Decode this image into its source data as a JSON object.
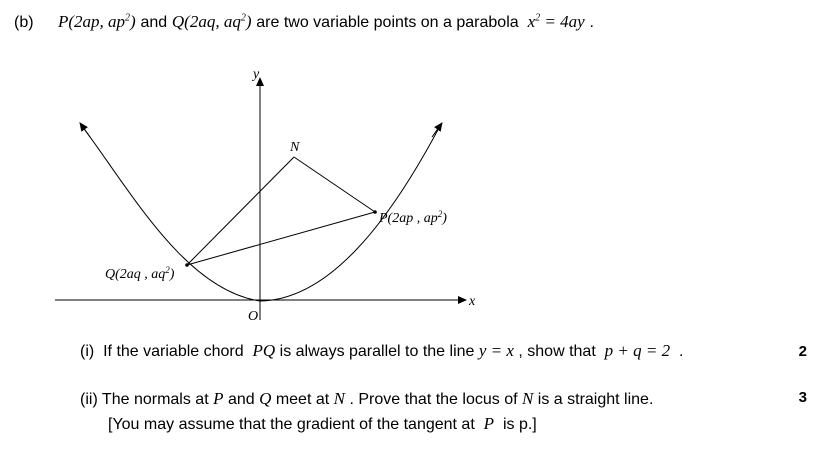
{
  "part": "(b)",
  "stem": {
    "P": "P(2ap, ap",
    "and": "and",
    "Q": "Q(2aq, aq",
    "desc": "are two variable points on a parabola",
    "curve": "x",
    "curve_rhs": "= 4ay",
    "end": "."
  },
  "diagram": {
    "axis_y": "y",
    "axis_x": "x",
    "origin": "O",
    "N": "N",
    "P_label": "P(2ap , ap",
    "Q_label": "Q(2aq , aq"
  },
  "sup2": "2",
  "close_paren": ")",
  "parts": [
    {
      "num": "(i)",
      "t1": "If the variable chord",
      "m1": "PQ",
      "t2": "is always parallel to the line",
      "m2": "y = x",
      "t3": ", show that",
      "m3": "p + q = 2",
      "t4": ".",
      "marks": "2"
    },
    {
      "num": "(ii)",
      "t1": "The normals at",
      "m1": "P",
      "t2": "and",
      "m2": "Q",
      "t3": "meet at",
      "m3": "N",
      "t4": ". Prove that the locus of",
      "m4": "N",
      "t5": "is a straight line.",
      "line2_a": "[You may assume that the gradient of the tangent at",
      "line2_m": "P",
      "line2_b": "is p.]",
      "marks": "3"
    }
  ]
}
